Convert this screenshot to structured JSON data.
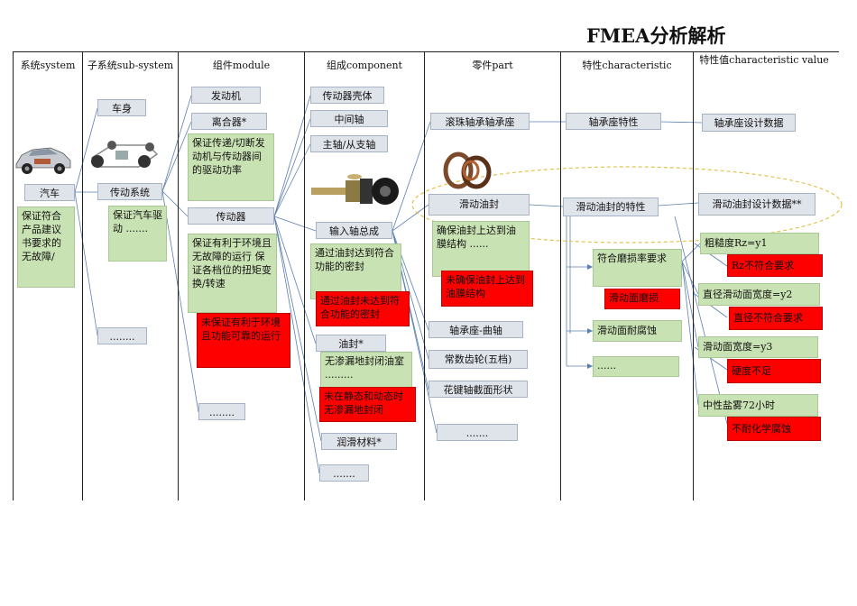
{
  "title": "FMEA分析解析",
  "columns": [
    "系统system",
    "子系统sub-system",
    "组件module",
    "组成component",
    "零件part",
    "特性characteristic",
    "特性值characteristic value"
  ],
  "system": {
    "name": "汽车",
    "function": "保证符合产品建议书要求的无故障/"
  },
  "subsystem": {
    "body": "车身",
    "drive": "传动系统",
    "drive_function": "保证汽车驱动 .......",
    "more": "........"
  },
  "module": {
    "engine": "发动机",
    "clutch": "离合器*",
    "clutch_function": "保证传递/切断发动机与传动器间的驱动功率",
    "transmission": "传动器",
    "transmission_function": "保证有利于环境且无故障的运行 保证各档位的扭矩变换/转速",
    "transmission_failure": "未保证有利于环境且功能可靠的运行",
    "more": "........"
  },
  "component": {
    "housing": "传动器壳体",
    "mid_shaft": "中间轴",
    "main_shaft": "主轴/从支轴",
    "input_shaft": "输入轴总成",
    "input_function": "通过油封达到符合功能的密封",
    "input_failure": "通过油封未达到符合功能的密封",
    "seal": "油封*",
    "seal_function": "无渗漏地封闭油室 .........",
    "seal_failure": "未在静态和动态时无渗漏地封闭",
    "lubricant": "润滑材料*",
    "more": "......."
  },
  "part": {
    "bearing_seat": "滚珠轴承轴承座",
    "sliding_seal": "滑动油封",
    "seal_function": "确保油封上达到油膜结构 ......",
    "seal_failure": "未确保油封上达到油膜结构",
    "bearing_curve": "轴承座-曲轴",
    "gear": "常数齿轮(五档)",
    "spline": "花键轴截面形状",
    "more": "......."
  },
  "characteristic": {
    "bearing_char": "轴承座特性",
    "seal_char": "滑动油封的特性",
    "wear": "符合磨损率要求",
    "wear_failure": "滑动面磨损",
    "corrosion": "滑动面耐腐蚀",
    "more": "......"
  },
  "value": {
    "bearing_design": "轴承座设计数据",
    "seal_design": "滑动油封设计数据**",
    "roughness": "粗糙度Rz=y1",
    "roughness_failure": "Rz不符合要求",
    "diameter": "直径滑动面宽度=y2",
    "diameter_failure": "直径不符合要求",
    "width": "滑动面宽度=y3",
    "width_failure": "硬度不足",
    "salt": "中性盐雾72小时",
    "salt_failure": "不耐化学腐蚀"
  }
}
